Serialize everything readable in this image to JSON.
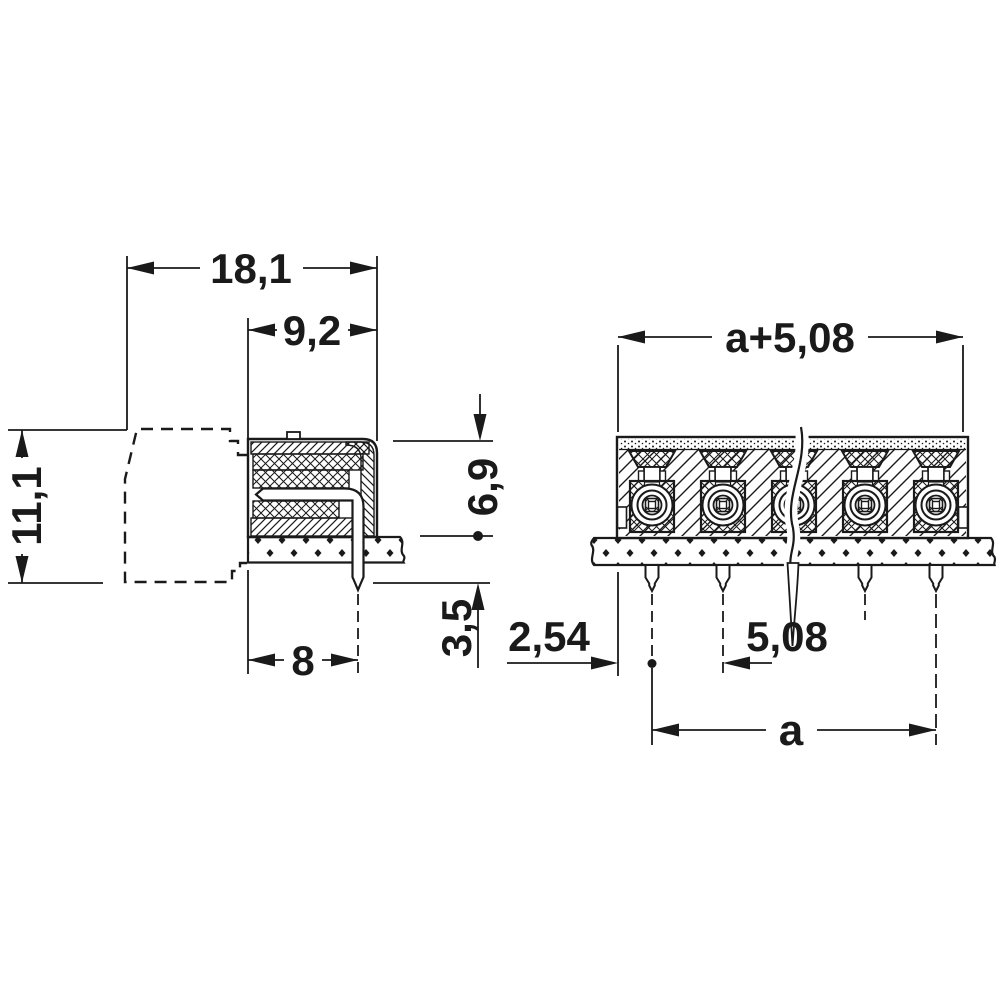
{
  "drawing": {
    "background": "#ffffff",
    "line_color": "#1a1a1a",
    "dimensions": {
      "overall_depth": "18,1",
      "shroud_depth": "9,2",
      "total_height": "11,1",
      "body_height": "6,9",
      "pin_below_board": "3,5",
      "front_to_pin": "8",
      "overall_width": "a+5,08",
      "edge_to_first_pin": "2,54",
      "pin_pitch": "5,08",
      "pin_span": "a"
    }
  }
}
